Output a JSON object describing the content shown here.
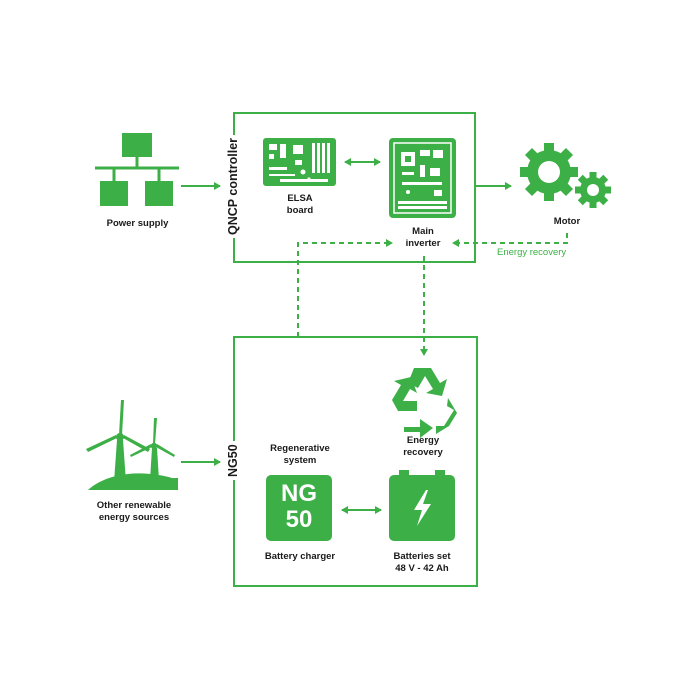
{
  "colors": {
    "accent": "#3daf47",
    "text": "#1a1a1a",
    "background": "#ffffff"
  },
  "groups": {
    "qncp": {
      "title": "QNCP controller"
    },
    "ng50": {
      "title": "NG50"
    }
  },
  "nodes": {
    "power_supply": {
      "label": "Power supply",
      "icon": "network-icon"
    },
    "elsa_board": {
      "line1": "ELSA",
      "line2": "board",
      "icon": "circuit-board-icon"
    },
    "main_inverter": {
      "line1": "Main",
      "line2": "inverter",
      "icon": "inverter-board-icon"
    },
    "motor": {
      "label": "Motor",
      "icon": "gears-icon"
    },
    "energy_recovery_link": {
      "label": "Energy recovery"
    },
    "energy_recovery": {
      "line1": "Energy",
      "line2": "recovery",
      "icon": "recycle-icon"
    },
    "renewables": {
      "line1": "Other renewable",
      "line2": "energy sources",
      "icon": "wind-turbine-icon"
    },
    "regenerative_system": {
      "line1": "Regenerative",
      "line2": "system"
    },
    "battery_charger": {
      "label": "Battery charger",
      "badge_line1": "NG",
      "badge_line2": "50"
    },
    "batteries": {
      "line1": "Batteries set",
      "line2": "48 V - 42 Ah",
      "icon": "battery-icon"
    }
  }
}
